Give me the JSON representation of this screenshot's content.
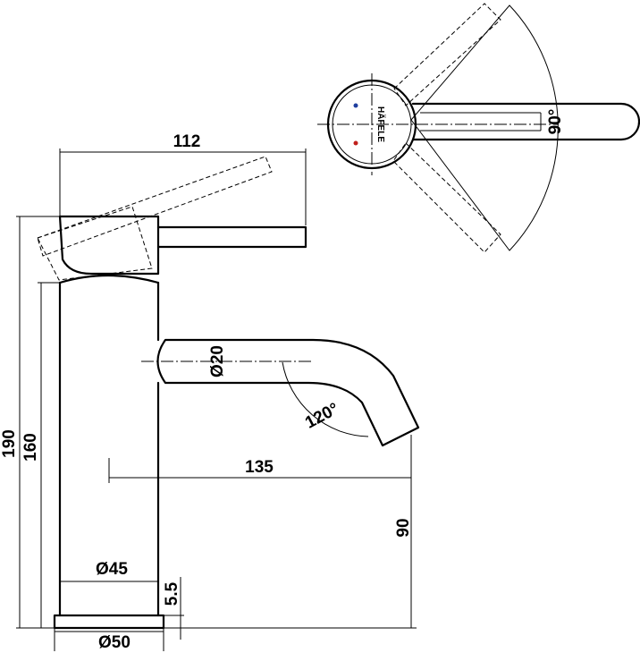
{
  "dimensions": {
    "top_width": "112",
    "overall_height": "190",
    "body_height": "160",
    "spout_diameter": "Ø20",
    "spout_angle": "120°",
    "spout_reach": "135",
    "spout_height": "90",
    "body_diameter": "Ø45",
    "base_height": "5.5",
    "base_diameter": "Ø50",
    "handle_angle": "90°"
  },
  "brand_text": "HÄFELE",
  "indicators": {
    "cold_color": "#1f3f9f",
    "hot_color": "#c0201c"
  }
}
